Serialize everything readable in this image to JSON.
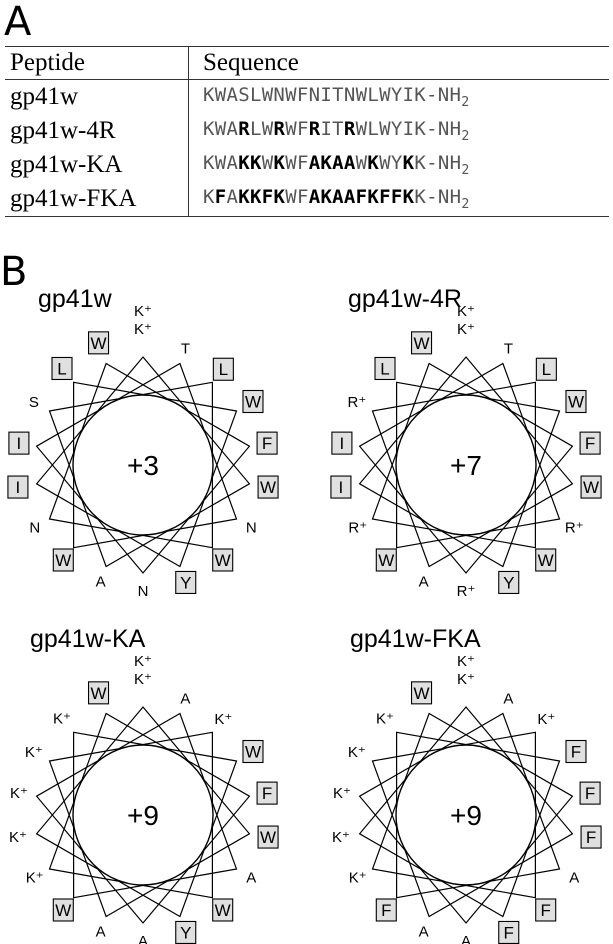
{
  "panelA": {
    "letter": "A"
  },
  "panelB": {
    "letter": "B"
  },
  "table": {
    "headers": [
      "Peptide",
      "Sequence"
    ],
    "rows": [
      {
        "name": "gp41w",
        "segments": [
          {
            "t": "KWASLWNWFNITNWLWYIK-NH",
            "b": false
          }
        ]
      },
      {
        "name": "gp41w-4R",
        "segments": [
          {
            "t": "KWA",
            "b": false
          },
          {
            "t": "R",
            "b": true
          },
          {
            "t": "LW",
            "b": false
          },
          {
            "t": "R",
            "b": true
          },
          {
            "t": "WF",
            "b": false
          },
          {
            "t": "R",
            "b": true
          },
          {
            "t": "IT",
            "b": false
          },
          {
            "t": "R",
            "b": true
          },
          {
            "t": "WLWYIK-NH",
            "b": false
          }
        ]
      },
      {
        "name": "gp41w-KA",
        "segments": [
          {
            "t": "KWA",
            "b": false
          },
          {
            "t": "KK",
            "b": true
          },
          {
            "t": "W",
            "b": false
          },
          {
            "t": "K",
            "b": true
          },
          {
            "t": "WF",
            "b": false
          },
          {
            "t": "AKAA",
            "b": true
          },
          {
            "t": "W",
            "b": false
          },
          {
            "t": "K",
            "b": true
          },
          {
            "t": "WY",
            "b": false
          },
          {
            "t": "K",
            "b": true
          },
          {
            "t": "K-NH",
            "b": false
          }
        ]
      },
      {
        "name": "gp41w-FKA",
        "segments": [
          {
            "t": "K",
            "b": false
          },
          {
            "t": "F",
            "b": true
          },
          {
            "t": "A",
            "b": false
          },
          {
            "t": "KKFK",
            "b": true
          },
          {
            "t": "WF",
            "b": false
          },
          {
            "t": "AKAAFKFFK",
            "b": true
          },
          {
            "t": "K-NH",
            "b": false
          }
        ]
      }
    ],
    "subscript": "2"
  },
  "wheels": [
    {
      "title": "gp41w",
      "charge": "+3",
      "labels": [
        "K⁺",
        "K⁺",
        "T",
        "L",
        "W",
        "F",
        "W",
        "N",
        "W",
        "Y",
        "N",
        "A",
        "W",
        "N",
        "I",
        "I",
        "S",
        "L",
        "W"
      ],
      "boxed": [
        false,
        false,
        false,
        true,
        true,
        true,
        true,
        false,
        true,
        true,
        false,
        false,
        true,
        false,
        true,
        true,
        false,
        true,
        true
      ]
    },
    {
      "title": "gp41w-4R",
      "charge": "+7",
      "labels": [
        "K⁺",
        "K⁺",
        "T",
        "L",
        "W",
        "F",
        "W",
        "R⁺",
        "W",
        "Y",
        "R⁺",
        "A",
        "W",
        "R⁺",
        "I",
        "I",
        "R⁺",
        "L",
        "W"
      ],
      "boxed": [
        false,
        false,
        false,
        true,
        true,
        true,
        true,
        false,
        true,
        true,
        false,
        false,
        true,
        false,
        true,
        true,
        false,
        true,
        true
      ]
    },
    {
      "title": "gp41w-KA",
      "charge": "+9",
      "labels": [
        "K⁺",
        "K⁺",
        "A",
        "K⁺",
        "W",
        "F",
        "W",
        "A",
        "W",
        "Y",
        "A",
        "A",
        "W",
        "K⁺",
        "K⁺",
        "K⁺",
        "K⁺",
        "K⁺",
        "W"
      ],
      "boxed": [
        false,
        false,
        false,
        false,
        true,
        true,
        true,
        false,
        true,
        true,
        false,
        false,
        true,
        false,
        false,
        false,
        false,
        false,
        true
      ]
    },
    {
      "title": "gp41w-FKA",
      "charge": "+9",
      "labels": [
        "K⁺",
        "K⁺",
        "A",
        "K⁺",
        "F",
        "F",
        "F",
        "A",
        "F",
        "F",
        "A",
        "A",
        "F",
        "K⁺",
        "K⁺",
        "K⁺",
        "K⁺",
        "K⁺",
        "W"
      ],
      "boxed": [
        false,
        false,
        false,
        false,
        true,
        true,
        true,
        false,
        true,
        true,
        false,
        false,
        true,
        false,
        false,
        false,
        false,
        false,
        true
      ]
    }
  ]
}
